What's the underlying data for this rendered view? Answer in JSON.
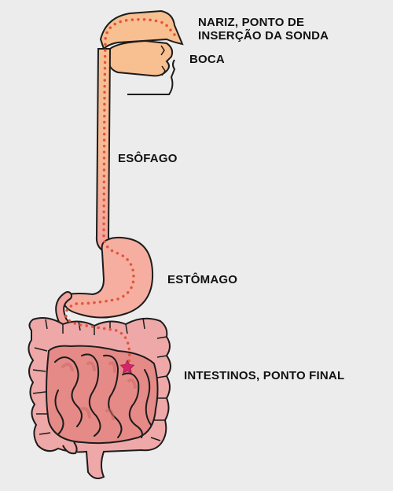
{
  "colors": {
    "background": "#ececec",
    "tube_fill": "#f8bf90",
    "tube_fill_lower": "#f6aa9e",
    "outline": "#1c1c1c",
    "probe_dots": "#e0573c",
    "intestine_outer": "#efa8a8",
    "intestine_inner": "#d76d6d",
    "endpoint_star": "#d6246b"
  },
  "icons": {
    "endpoint": "star-icon"
  },
  "labels": {
    "nose_line1": "NARIZ, PONTO DE",
    "nose_line2": "INSERÇÃO DA SONDA",
    "mouth": "BOCA",
    "esophagus": "ESÔFAGO",
    "stomach": "ESTÔMAGO",
    "intestines": "INTESTINOS, PONTO FINAL"
  }
}
